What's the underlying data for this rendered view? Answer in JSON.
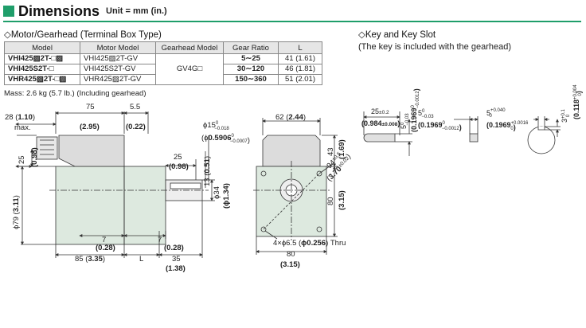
{
  "header": {
    "title": "Dimensions",
    "unit": "Unit = mm (in.)"
  },
  "sections": {
    "motor_gearhead": "◇Motor/Gearhead (Terminal Box Type)",
    "key": "◇Key and Key Slot",
    "key_note": "(The key is included with the gearhead)"
  },
  "table": {
    "headers": [
      "Model",
      "Motor Model",
      "Gearhead Model",
      "Gear Ratio",
      "L"
    ],
    "rows": [
      {
        "model": "VHI425▨2T-□▨",
        "motor": "VHI425▨2T-GV",
        "ratio": "5∼25",
        "L": "41 (1.61)"
      },
      {
        "model": "VHI425S2T-□",
        "motor": "VHI425S2T-GV",
        "ratio": "30∼120",
        "L": "46 (1.81)"
      },
      {
        "model": "VHR425▨2T-□▨",
        "motor": "VHR425▨2T-GV",
        "ratio": "150∼360",
        "L": "51 (2.01)"
      }
    ],
    "gearhead": "GV4G□"
  },
  "mass": "Mass: 2.6 kg (5.7 lb.) (Including gearhead)",
  "dims": {
    "d28": "28 (",
    "d28b": "1.10",
    "d28c": ")",
    "max": "max.",
    "d75": "75",
    "d295": "2.95",
    "d55": "5.5",
    "d022": "0.22",
    "d25": "25",
    "d098": "0.98",
    "d25s": "25",
    "d098s": "0.98",
    "phi79": "ϕ79 (",
    "phi79b": "3.11",
    "phi79c": ")",
    "phi15": "ϕ15",
    "phi15tol": "−0.018",
    "phi15z": "0",
    "phi05906": "0.5906",
    "phi05906tol": "−0.0007",
    "phi05906z": "0",
    "d13": "13 (",
    "d13b": "0.51",
    "d13c": ")",
    "phi34": "ϕ34",
    "phi134": "1.34",
    "d7a": "7",
    "d028a": "0.28",
    "d7b": "7",
    "d028b": "0.28",
    "d85": "85 (",
    "d335": "3.35",
    "d85c": ")",
    "dL": "L",
    "d35": "35",
    "d138": "1.38",
    "d62": "62 (",
    "d244": "2.44",
    "d62c": ")",
    "d43": "43",
    "d169": "1.69",
    "d94": "94",
    "d94tol": "±0.5",
    "d370": "3.70",
    "d370tol": "±0.02",
    "d80v": "80",
    "d315v": "3.15",
    "holes": "4×ϕ6.5 (",
    "holesb": "ϕ0.256",
    "holesc": ") Thru",
    "d80h": "80",
    "d315h": "3.15",
    "key25": "25",
    "key25tol": "±0.2",
    "key0984": "0.984",
    "key0984tol": "±0.008",
    "key5v": "5",
    "key5vtol": "−0.03",
    "key5vz": "0",
    "key0196v": "0.1969",
    "key0196vtol": "−0.0012",
    "key0196vz": "0",
    "key5h": "5",
    "key5htol": "−0.03",
    "key5hz": "0",
    "key0196h": "0.1969",
    "key0196htol": "−0.0012",
    "key0196hz": "0",
    "slot5": "5",
    "slot5tol": "+0.040",
    "slot5z": "0",
    "slot0196": "0.1969",
    "slot0196tol": "+0.0016",
    "slot0196z": "0",
    "slot3": "3",
    "slot3tol": "+0.1",
    "slot3z": "0",
    "slot0118": "0.118",
    "slot0118tol": "+0.004",
    "slot0118z": "0"
  },
  "colors": {
    "accent": "#1f9e6a",
    "motor_fill": "#dde9df",
    "terminal_fill": "#dcdcdc",
    "shaft_fill": "#eeeeee"
  }
}
